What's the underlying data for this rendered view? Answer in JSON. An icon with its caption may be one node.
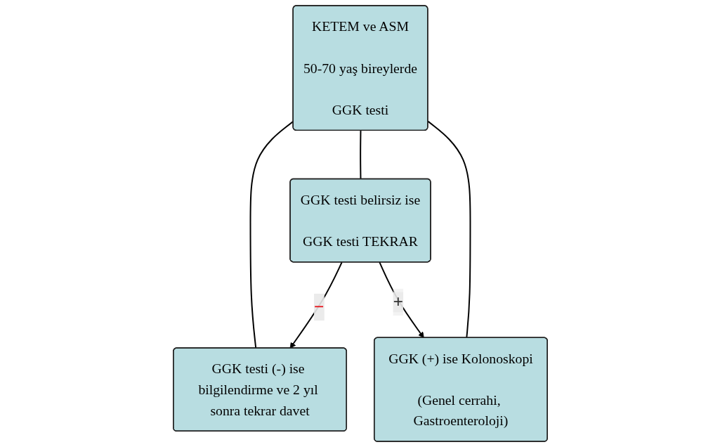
{
  "diagram": {
    "nodes": [
      {
        "text": [
          "KETEM ve ASM",
          "50-70 yaş bireylerde",
          "GGK testi"
        ]
      },
      {
        "text": [
          "GGK testi (-) ise bilgilendirme ve 2 yıl sonra tekrar davet"
        ]
      },
      {
        "text": [
          "GGK testi belirsiz ise",
          "GGK testi TEKRAR"
        ]
      },
      {
        "text": [
          "GGK (+) ise Kolonoskopi",
          "(Genel cerrahi, Gastroenteroloji)"
        ]
      }
    ],
    "edges": [
      {
        "from": 0,
        "to": 1,
        "arrow": "none"
      },
      {
        "from": 0,
        "to": 2,
        "arrow": "none"
      },
      {
        "from": 0,
        "to": 3,
        "arrow": "none"
      },
      {
        "from": 2,
        "to": 1,
        "arrow": "to",
        "label": "−"
      },
      {
        "from": 2,
        "to": 3,
        "arrow": "to",
        "label": "+"
      }
    ]
  }
}
